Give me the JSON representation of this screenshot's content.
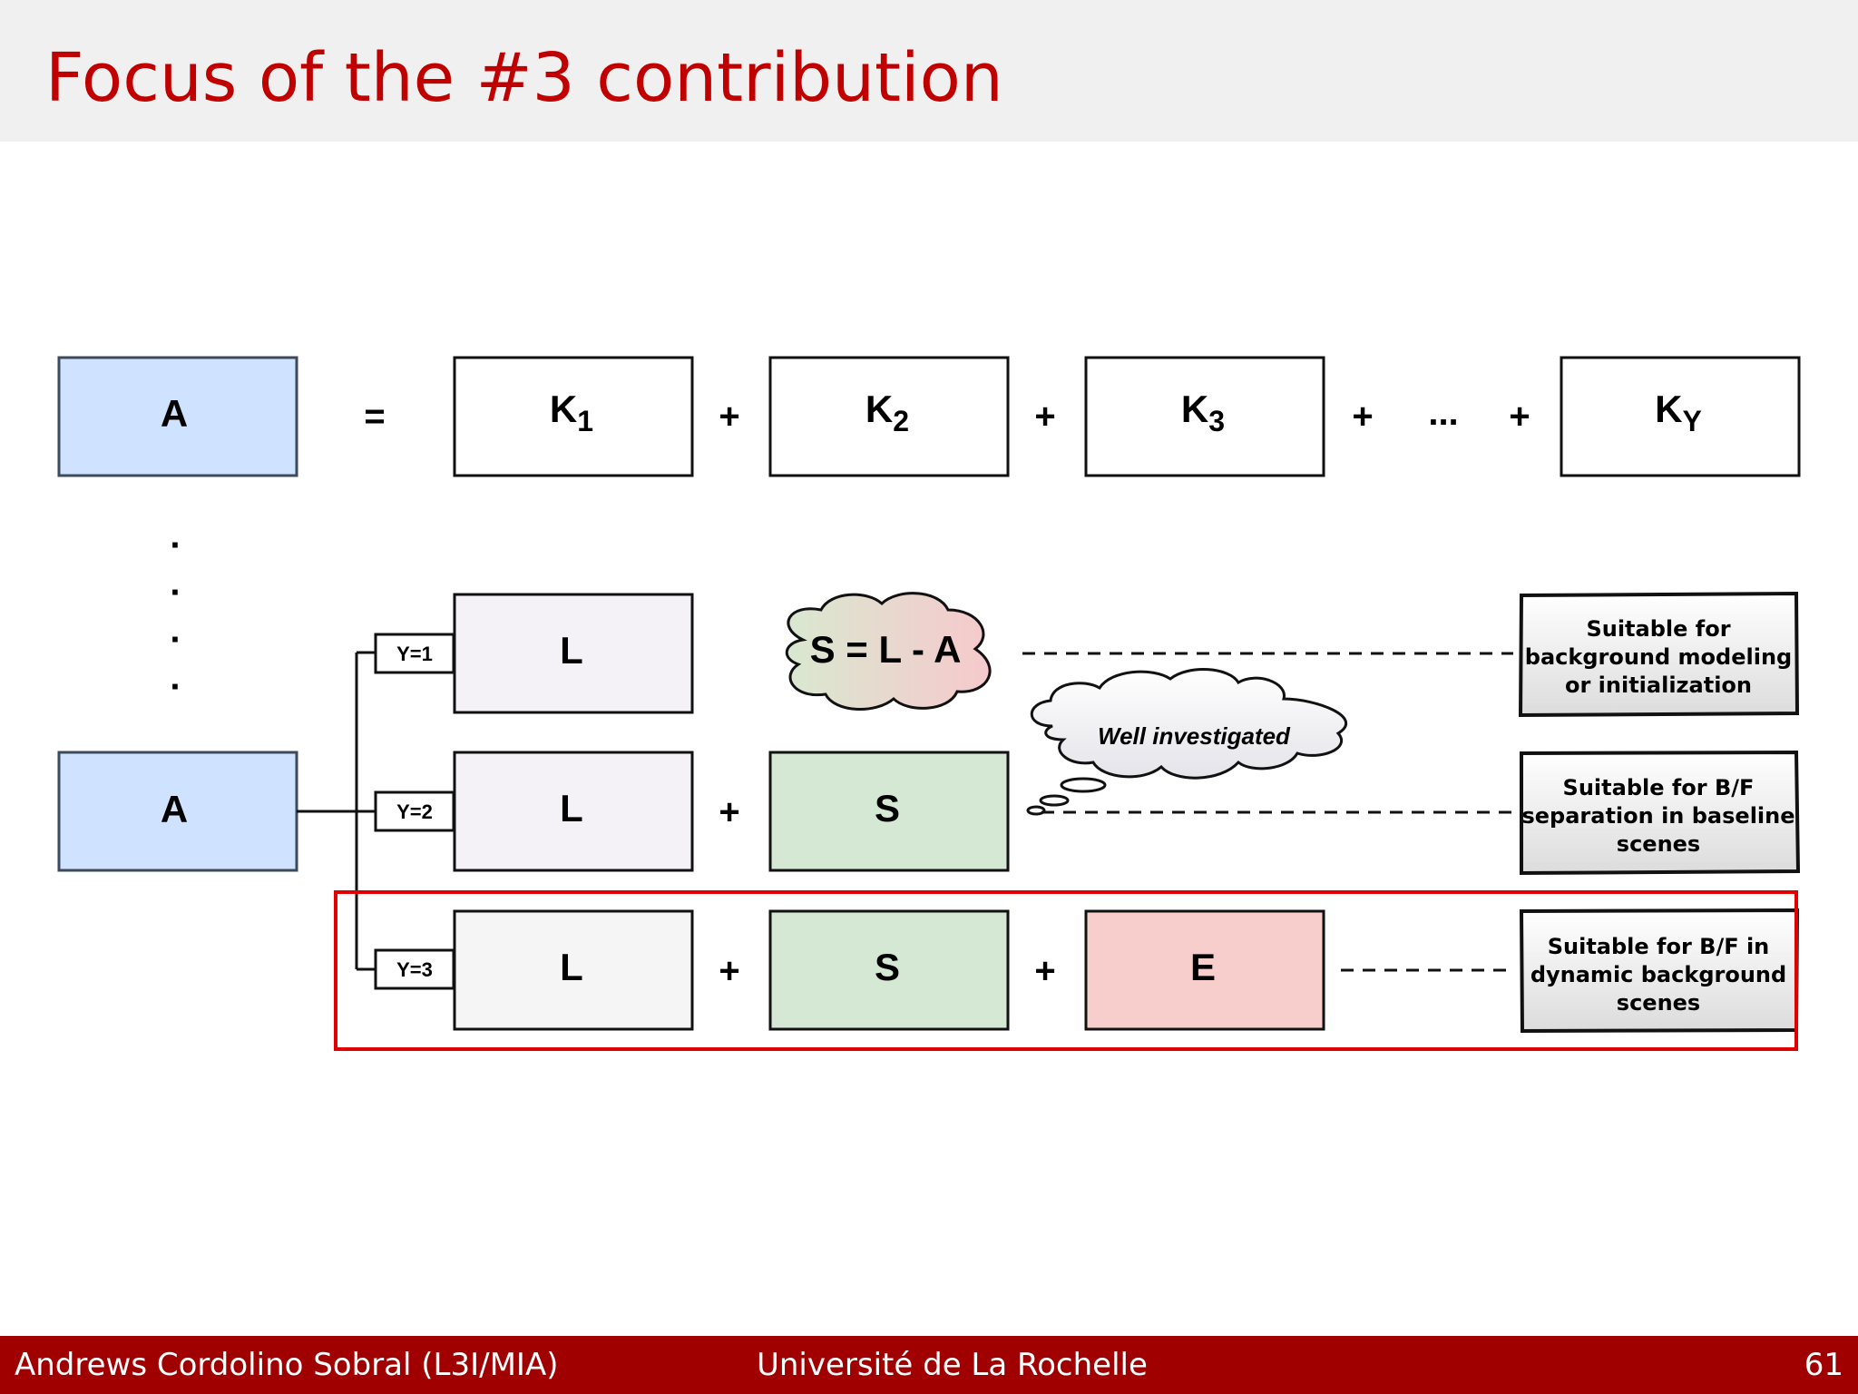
{
  "slide": {
    "title": "Focus of the #3 contribution",
    "footer": {
      "author": "Andrews Cordolino Sobral (L3I/MIA)",
      "university": "Université de La Rochelle",
      "page": "61"
    }
  },
  "diagram": {
    "top_row": {
      "matrix": "A",
      "equals": "=",
      "plus": "+",
      "ellipsis": "...",
      "components": [
        {
          "base": "K",
          "sub": "1"
        },
        {
          "base": "K",
          "sub": "2"
        },
        {
          "base": "K",
          "sub": "3"
        },
        {
          "base": "K",
          "sub": "Y"
        }
      ]
    },
    "vertical_dots": "·",
    "lower_matrix": "A",
    "plus": "+",
    "rows": [
      {
        "tag": "Y=1",
        "terms": [
          "L"
        ],
        "note": [
          "Suitable for",
          "background modeling",
          "or initialization"
        ]
      },
      {
        "tag": "Y=2",
        "terms": [
          "L",
          "S"
        ],
        "note": [
          "Suitable for B/F",
          "separation in baseline",
          "scenes"
        ]
      },
      {
        "tag": "Y=3",
        "terms": [
          "L",
          "S",
          "E"
        ],
        "note": [
          "Suitable for B/F in",
          "dynamic background",
          "scenes"
        ]
      }
    ],
    "cloud_formula": "S = L - A",
    "thought_bubble": "Well investigated",
    "colors": {
      "title": "#c00000",
      "footer": "#a00000",
      "matrix_a": "#cfe2ff",
      "low_rank_l": "#f4f2f6",
      "sparse_s": "#d5e8d4",
      "error_e": "#f8cecc",
      "highlight": "#e00000"
    }
  }
}
